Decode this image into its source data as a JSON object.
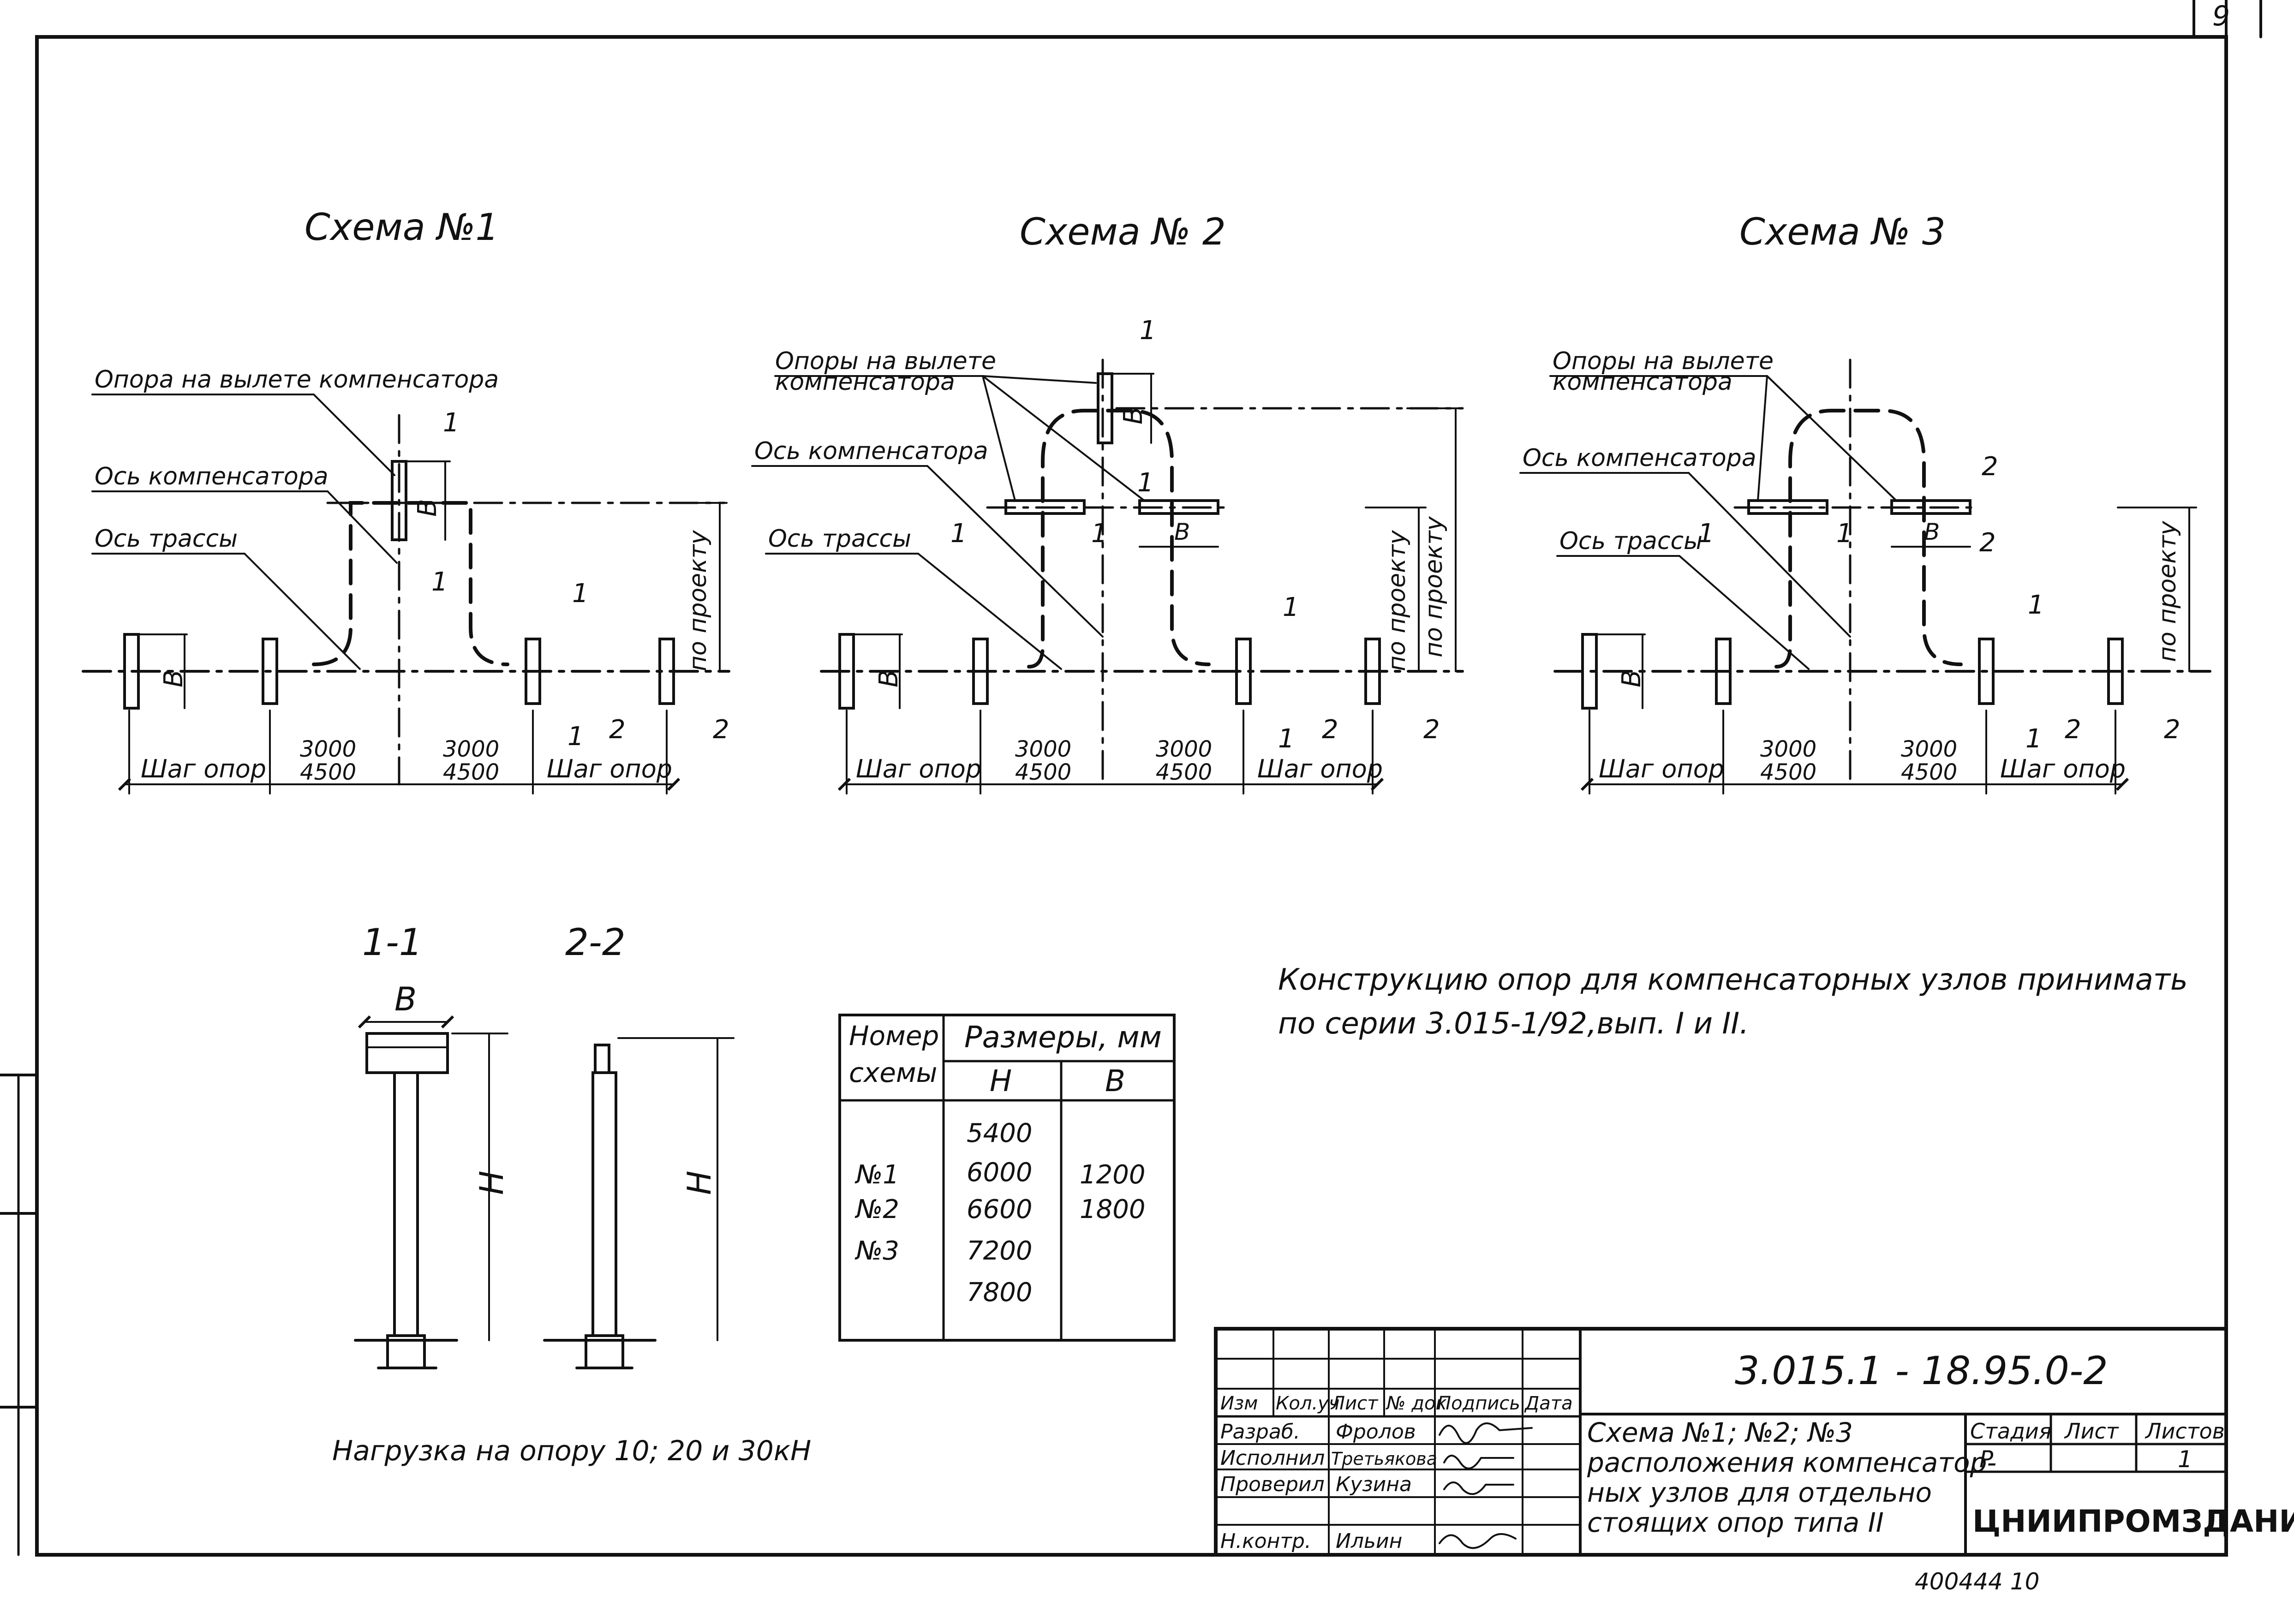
{
  "sheet": {
    "number": "9",
    "bottom_note": "400444  10"
  },
  "schemes": [
    {
      "title": "Схема №1",
      "labels": [
        "Опора на вылете компенсатора",
        "Ось компенсатора",
        "Ось трассы"
      ]
    },
    {
      "title": "Схема № 2",
      "labels": [
        "Опоры на вылете компенсатора",
        "Ось компенсатора",
        "Ось трассы"
      ]
    },
    {
      "title": "Схема № 3",
      "labels": [
        "Опоры на вылете компенсатора",
        "Ось компенсатора",
        "Ось трассы"
      ]
    }
  ],
  "dims": {
    "step": "Шаг опор",
    "span_a": "3000",
    "span_b": "4500",
    "by_project": "по проекту",
    "b": "В",
    "h": "Н",
    "sec1": "1",
    "sec2": "2"
  },
  "sections": {
    "s1": "1-1",
    "s2": "2-2",
    "b_label": "В"
  },
  "load_note": "Нагрузка на опору 10; 20 и 30кН",
  "construction_note": {
    "line1": "Конструкцию опор для компенсаторных узлов принимать",
    "line2": "по серии 3.015-1/92,вып. I и II."
  },
  "table": {
    "head1": "Номер",
    "head2": "схемы",
    "head_sizes": "Размеры, мм",
    "col_h": "Н",
    "col_b": "В",
    "schemes": [
      "№1",
      "№2",
      "№3"
    ],
    "h_values": [
      "5400",
      "6000",
      "6600",
      "7200",
      "7800"
    ],
    "b_values": [
      "1200",
      "1800"
    ]
  },
  "title_block": {
    "code": "3.015.1 - 18.95.0-2",
    "headers": [
      "Изм",
      "Кол.уч",
      "Лист",
      "№ док",
      "Подпись",
      "Дата"
    ],
    "rows": [
      {
        "role": "Разраб.",
        "name": "Фролов"
      },
      {
        "role": "Исполнил",
        "name": "Третьякова"
      },
      {
        "role": "Проверил",
        "name": "Кузина"
      },
      {
        "role": "Н.контр.",
        "name": "Ильин"
      }
    ],
    "desc": [
      "Схема №1; №2; №3",
      "расположения компенсатор-",
      "ных узлов для отдельно",
      "стоящих опор типа II"
    ],
    "stage_h": "Стадия",
    "sheet_h": "Лист",
    "sheets_h": "Листов",
    "stage": "Р",
    "sheet": "",
    "sheets": "1",
    "org": "ЦНИИПРОМЗДАНИЙ"
  }
}
